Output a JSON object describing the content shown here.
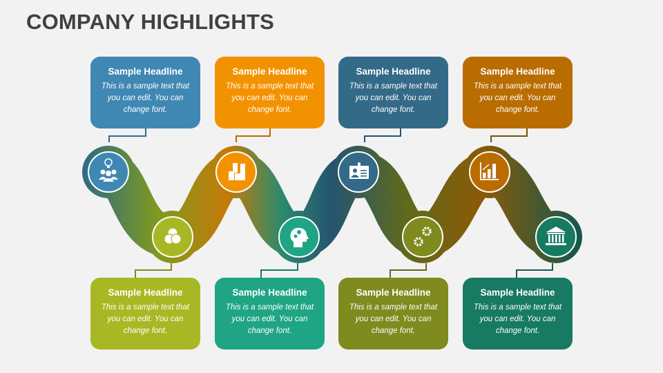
{
  "slide": {
    "title": "COMPANY HIGHLIGHTS",
    "background": "#f2f2f2"
  },
  "items": [
    {
      "position": "top",
      "headline": "Sample Headline",
      "text": "This is a sample text that you can edit. You can change font.",
      "color": "#4088b4",
      "icon": "team-idea-icon"
    },
    {
      "position": "bottom",
      "headline": "Sample Headline",
      "text": "This is a sample text that you can edit. You can change font.",
      "color": "#a8b824",
      "icon": "venn-diagram-icon"
    },
    {
      "position": "top",
      "headline": "Sample Headline",
      "text": "This is a sample text that you can edit. You can change font.",
      "color": "#f39200",
      "icon": "buildings-icon"
    },
    {
      "position": "bottom",
      "headline": "Sample Headline",
      "text": "This is a sample text that you can edit. You can change font.",
      "color": "#1fa584",
      "icon": "head-gears-icon"
    },
    {
      "position": "top",
      "headline": "Sample Headline",
      "text": "This is a sample text that you can edit. You can change font.",
      "color": "#336a88",
      "icon": "id-card-icon"
    },
    {
      "position": "bottom",
      "headline": "Sample Headline",
      "text": "This is a sample text that you can edit. You can change font.",
      "color": "#7f8a1f",
      "icon": "gears-icon"
    },
    {
      "position": "top",
      "headline": "Sample Headline",
      "text": "This is a sample text that you can edit. You can change font.",
      "color": "#b96d00",
      "icon": "growth-chart-icon"
    },
    {
      "position": "bottom",
      "headline": "Sample Headline",
      "text": "This is a sample text that you can edit. You can change font.",
      "color": "#177a62",
      "icon": "bank-icon"
    }
  ]
}
